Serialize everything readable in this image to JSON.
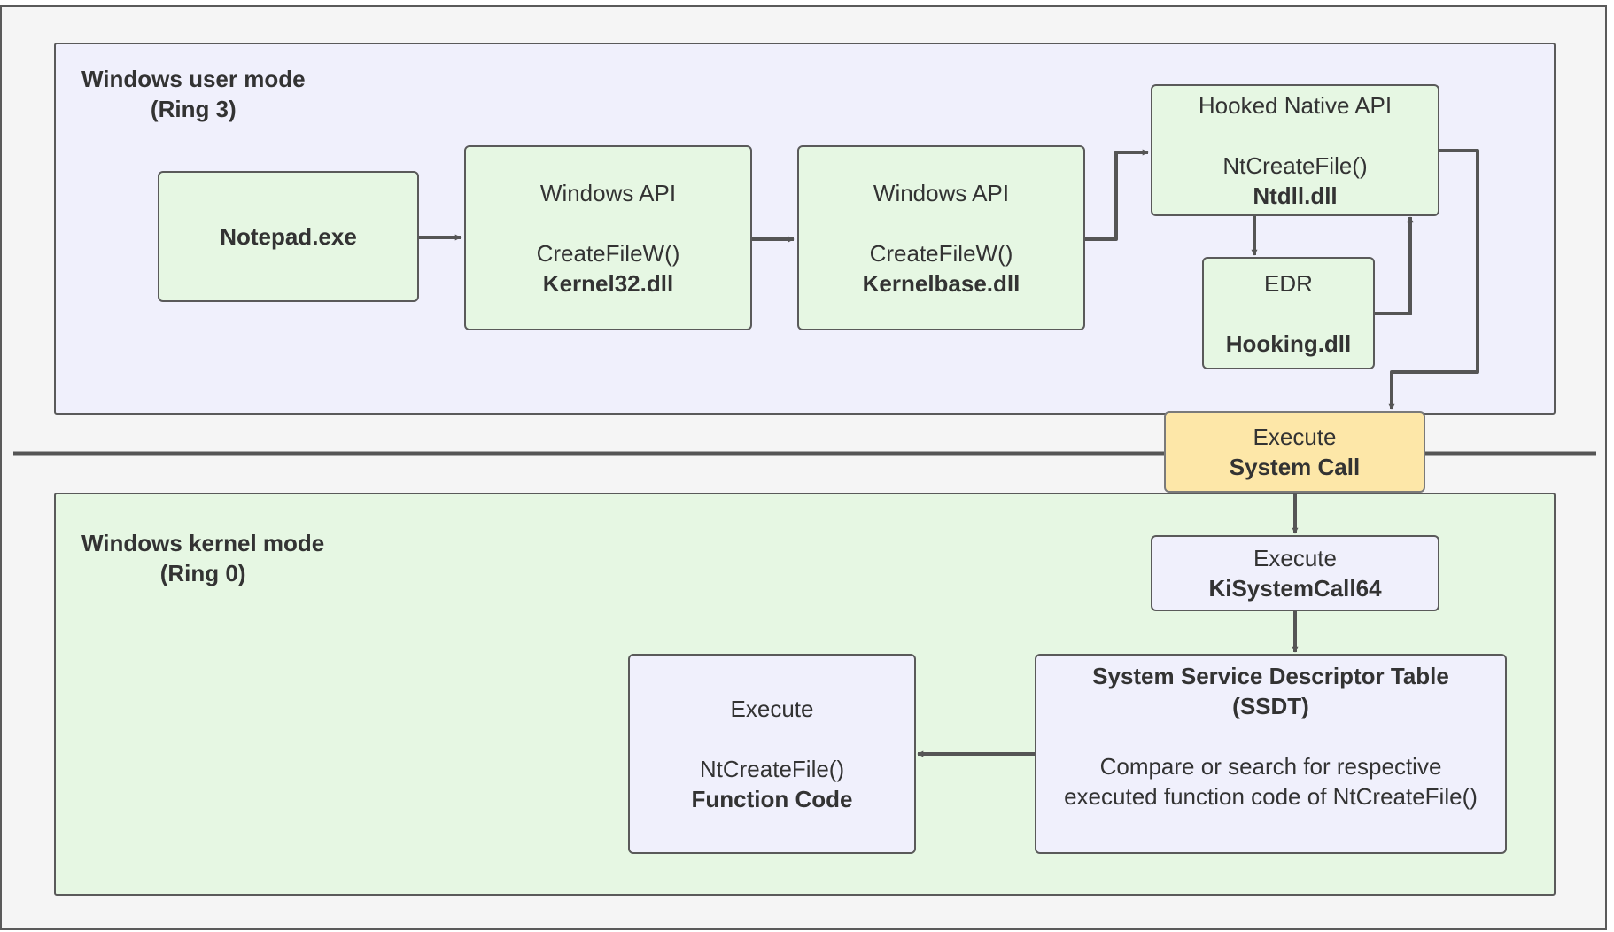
{
  "user_mode": {
    "title": "Windows user mode",
    "subtitle": "(Ring 3)"
  },
  "kernel_mode": {
    "title": "Windows kernel mode",
    "subtitle": "(Ring 0)"
  },
  "nodes": {
    "notepad": {
      "label": "Notepad.exe"
    },
    "kernel32": {
      "line1": "Windows API",
      "line2": "CreateFileW()",
      "line3": "Kernel32.dll"
    },
    "kernelbase": {
      "line1": "Windows API",
      "line2": "CreateFileW()",
      "line3": "Kernelbase.dll"
    },
    "ntdll": {
      "line1": "Hooked Native API",
      "line2": "NtCreateFile()",
      "line3": "Ntdll.dll"
    },
    "edr": {
      "line1": "EDR",
      "line3": "Hooking.dll"
    },
    "syscall": {
      "line1": "Execute",
      "line2": "System Call"
    },
    "kisyscall": {
      "line1": "Execute",
      "line2": "KiSystemCall64"
    },
    "ssdt": {
      "line1": "System Service Descriptor Table",
      "line2": "(SSDT)",
      "line3": "Compare or search for respective",
      "line4": "executed function code of NtCreateFile()"
    },
    "function_code": {
      "line1": "Execute",
      "line2": "NtCreateFile()",
      "line3": "Function Code"
    }
  },
  "colors": {
    "user_region": "#f0f0fc",
    "kernel_region": "#e6f7e3",
    "green_box": "#e6f7e3",
    "lavender_box": "#f0f0fc",
    "syscall_box": "#fde7a8",
    "line": "#555555"
  }
}
